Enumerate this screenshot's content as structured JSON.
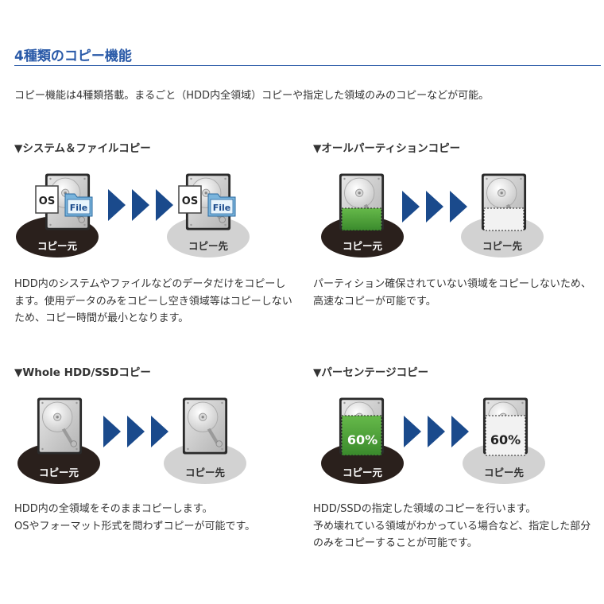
{
  "page": {
    "title": "4種類のコピー機能",
    "intro": "コピー機能は4種類搭載。まるごと（HDD内全領域）コピーや指定した領域のみのコピーなどが可能。"
  },
  "labels": {
    "source": "コピー元",
    "dest": "コピー先"
  },
  "sections": [
    {
      "title": "▼システム＆ファイルコピー",
      "os_label": "OS",
      "file_label": "File",
      "desc_lines": [
        "HDD内のシステムやファイルなどのデータだけをコピーします。使用データのみをコピーし空き領域等はコピーしないため、コピー時間が最小となります。"
      ]
    },
    {
      "title": "▼オールパーティションコピー",
      "desc_lines": [
        "パーティション確保されていない領域をコピーしないため、高速なコピーが可能です。"
      ]
    },
    {
      "title": "▼Whole HDD/SSDコピー",
      "desc_lines": [
        "HDD内の全領域をそのままコピーします。",
        "OSやフォーマット形式を問わずコピーが可能です。"
      ]
    },
    {
      "title": "▼パーセンテージコピー",
      "percent": "60%",
      "desc_lines": [
        "HDD/SSDの指定した領域のコピーを行います。",
        "予め壊れている領域がわかっている場合など、指定した部分のみをコピーすることが可能です。"
      ]
    }
  ],
  "colors": {
    "title": "#2a5aa8",
    "arrow": "#1a4a8c",
    "green": "#4a9a38",
    "dark_ellipse": "#2a201c",
    "light_ellipse": "#d2d2d2"
  }
}
